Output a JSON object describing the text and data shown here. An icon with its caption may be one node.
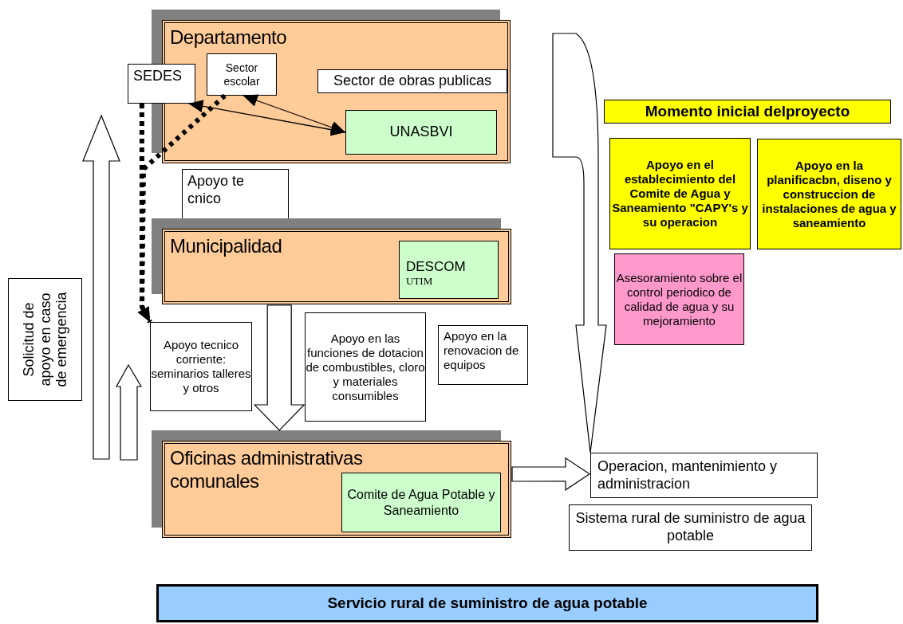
{
  "diagram": {
    "nodes": [
      {
        "text": [
          "Departamento"
        ]
      },
      {
        "text": [
          "SEDES"
        ]
      },
      {
        "text": [
          "Sector escolar"
        ],
        "in": 0
      },
      {
        "text": [
          "Sector de obras publicas"
        ],
        "in": 0
      },
      {
        "text": [
          "UNASBVI"
        ],
        "in": 0
      },
      {
        "text": [
          "Apoyo te cnico"
        ]
      },
      {
        "text": [
          "Municipalidad"
        ]
      },
      {
        "text": [
          "DESCOM",
          "UTIM"
        ],
        "in": 6
      },
      {
        "text": [
          "Apoyo tecnico corriente: seminarios talleres y otros"
        ]
      },
      {
        "text": [
          "Apoyo en las funciones de dotacion de combustibles, cloro y materiales consumibles"
        ]
      },
      {
        "text": [
          "Apoyo en la renovacion de equipos"
        ]
      },
      {
        "text": [
          "Solicitud de apoyo en caso de emergencia"
        ]
      },
      {
        "text": [
          "Oficinas administrativas comunales"
        ]
      },
      {
        "text": [
          "Comite de Agua Potable y Saneamiento"
        ],
        "in": 12
      },
      {
        "text": [
          "Operacion, mantenimiento y administracion"
        ]
      },
      {
        "text": [
          "Sistema rural de suministro de agua potable"
        ]
      },
      {
        "text": [
          "Momento inicial delproyecto"
        ]
      },
      {
        "text": [
          "Apoyo en el establecimiento del Comite de Agua y Saneamiento \"CAPY's y su operacion"
        ]
      },
      {
        "text": [
          "Apoyo en la planificacbn, diseno y construccion de instalaciones de agua y saneamiento"
        ]
      },
      {
        "text": [
          "Asesoramiento sobre el control periodico de calidad de agua y su mejoramiento"
        ]
      },
      {
        "text": [
          "Servicio rural de suministro de agua potable"
        ]
      }
    ],
    "edges": [
      {
        "from": 2,
        "to": 4,
        "arrow": "both"
      },
      {
        "from": 1,
        "to": 4,
        "arrow": "both"
      },
      {
        "from": 1,
        "to": 8,
        "arrow": "to",
        "style": "dashed"
      },
      {
        "from": 2,
        "to": 8,
        "arrow": "to",
        "style": "dashed"
      },
      {
        "from": 6,
        "to": 12,
        "arrow": "to",
        "style": "thick"
      },
      {
        "from": 12,
        "to": 14,
        "arrow": "to",
        "style": "thick"
      },
      {
        "from": null,
        "to": 14,
        "arrow": "to",
        "style": "thick"
      }
    ]
  }
}
